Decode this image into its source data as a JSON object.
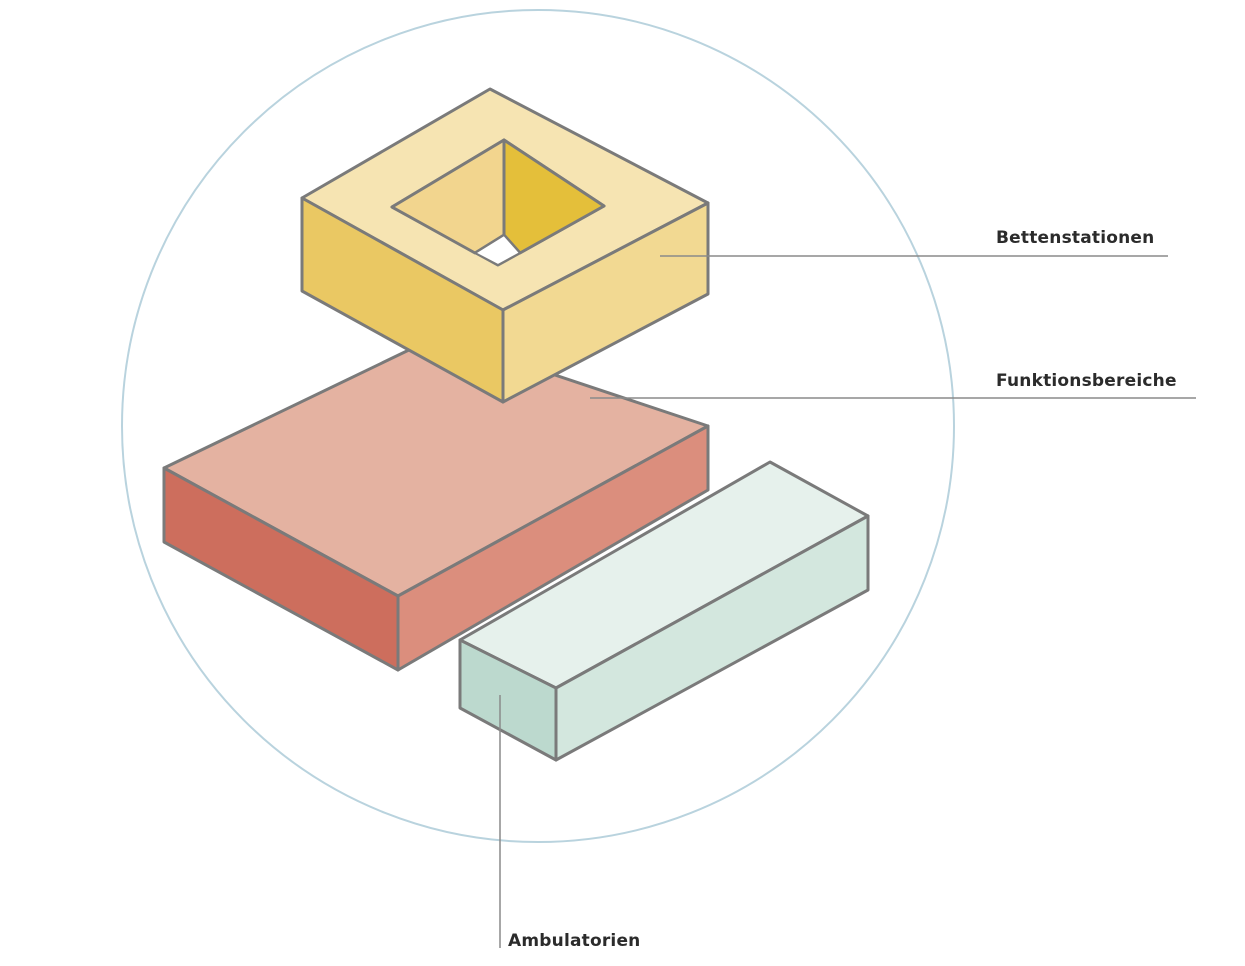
{
  "labels": {
    "bettenstationen": "Bettenstationen",
    "funktionsbereiche": "Funktionsbereiche",
    "ambulatorien": "Ambulatorien"
  },
  "colors": {
    "circle_stroke": "#b9d3de",
    "edge": "#7a7a7a",
    "leader_line": "#8a8a8a",
    "yellow_top": "#f6e4b2",
    "yellow_left": "#eac863",
    "yellow_right": "#f2d992",
    "yellow_inner_light": "#f2d58e",
    "yellow_inner_dark": "#e4bf3a",
    "red_top": "#e4b2a1",
    "red_left": "#cd6e5d",
    "red_right": "#db8e7d",
    "mint_top": "#e6f1ec",
    "mint_left": "#bcd9ce",
    "mint_right": "#d3e7de"
  }
}
